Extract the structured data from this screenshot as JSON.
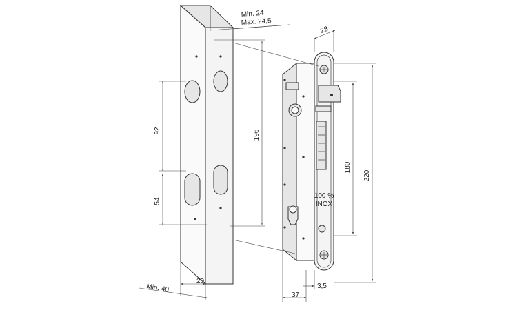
{
  "dimensions": {
    "min24": "Min. 24",
    "max245": "Max. 24,5",
    "d28": "28",
    "d92": "92",
    "d196": "196",
    "d54": "54",
    "d180": "180",
    "d220": "220",
    "min40": "Min. 40",
    "d20": "20",
    "d37": "37",
    "d35": "3,5"
  },
  "lock_face": {
    "line1": "100 %",
    "line2": "INOX"
  }
}
